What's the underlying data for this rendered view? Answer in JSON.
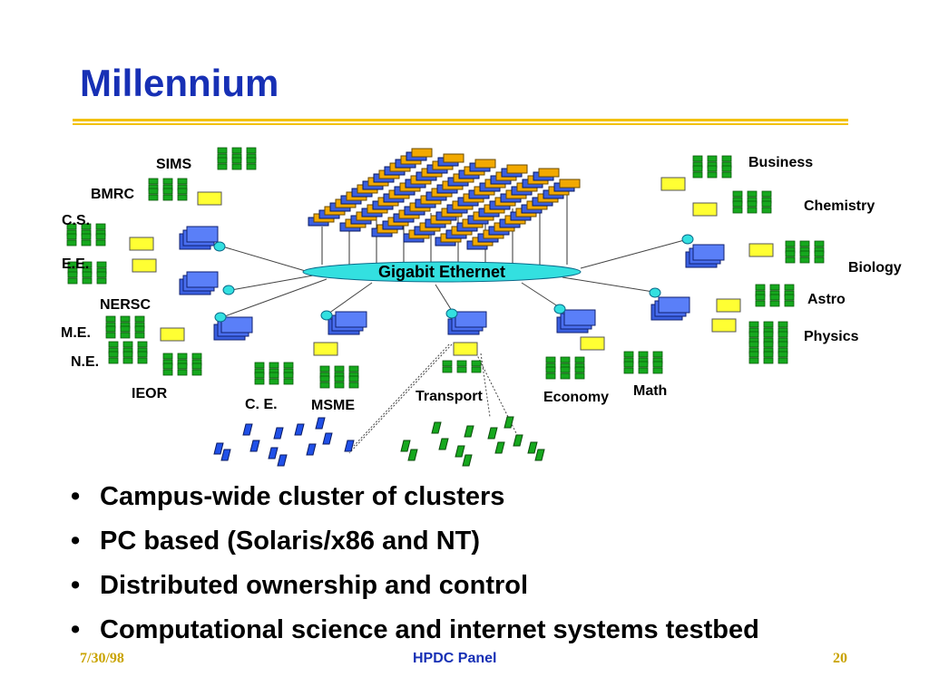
{
  "slide": {
    "title": "Millennium",
    "footer": {
      "date": "7/30/98",
      "center": "HPDC Panel",
      "page": "20"
    }
  },
  "diagram": {
    "backbone_label": "Gigabit Ethernet",
    "departments": [
      "SIMS",
      "BMRC",
      "C.S.",
      "E.E.",
      "NERSC",
      "M.E.",
      "N.E.",
      "IEOR",
      "C. E.",
      "MSME",
      "Transport",
      "Economy",
      "Math",
      "Business",
      "Chemistry",
      "Biology",
      "Astro",
      "Physics"
    ],
    "colors": {
      "cluster_blue": "#3a5fe0",
      "cluster_orange": "#f2a900",
      "workstation_green": "#16a81e",
      "node_yellow": "#ffff33",
      "hub_cyan": "#33e0e0",
      "title_blue": "#1730b5",
      "rule_gold": "#f2c10a"
    }
  },
  "bullets": [
    "Campus-wide cluster of clusters",
    "PC based (Solaris/x86 and NT)",
    "Distributed ownership and control",
    "Computational science and internet systems testbed"
  ]
}
